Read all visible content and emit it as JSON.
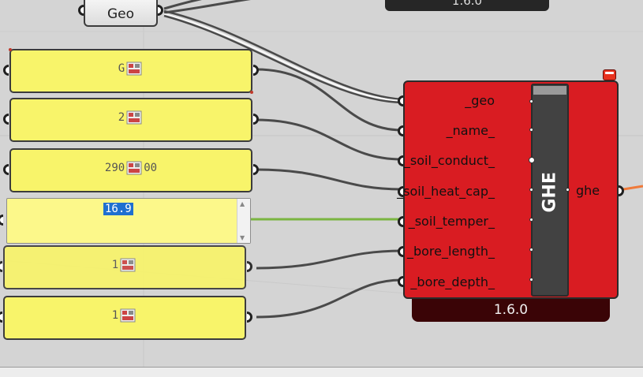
{
  "canvas": {
    "background": "#d4d4d4",
    "wire_color": "#444444",
    "active_wire_color": "#7ab541",
    "output_wire_color": "#f07a3a"
  },
  "top_nodes": {
    "geo_label": "Geo",
    "version_label": "1.6.0"
  },
  "panels": [
    {
      "prefix": "G",
      "suffix": ""
    },
    {
      "prefix": "2",
      "suffix": ""
    },
    {
      "prefix": "290",
      "suffix": "00"
    },
    {
      "prefix": "1",
      "suffix": ""
    },
    {
      "prefix": "1",
      "suffix": ""
    }
  ],
  "edit_panel": {
    "value": "16.9"
  },
  "ghe_component": {
    "title": "GHE",
    "inputs": [
      "_geo",
      "_name_",
      "_soil_conduct_",
      "_soil_heat_cap_",
      "_soil_temper_",
      "_bore_length_",
      "_bore_depth_"
    ],
    "output": "ghe",
    "version": "1.6.0",
    "color": "#d91c22"
  }
}
